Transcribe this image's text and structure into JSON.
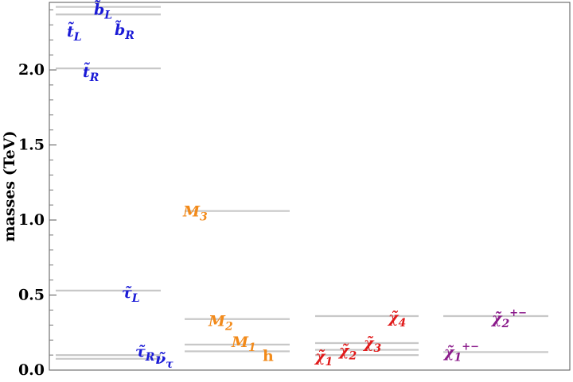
{
  "chart_data": {
    "type": "scatter",
    "subtype": "mass spectrum levels",
    "ylabel": "masses (TeV)",
    "ylim": [
      0,
      2.45
    ],
    "yticks": [
      0.0,
      0.5,
      1.0,
      1.5,
      2.0
    ],
    "ytick_labels": [
      "0.0",
      "0.5",
      "1.0",
      "1.5",
      "2.0"
    ],
    "grid": false,
    "colors": {
      "squark": "#1a1ad6",
      "slepton": "#1a1ad6",
      "gaugino_mass": "#f28a1a",
      "neutralino": "#e01a1a",
      "chargino": "#8a1a8a",
      "level_line": "#c8c8c8"
    },
    "columns": [
      {
        "color": "#1a1ad6",
        "levels": [
          {
            "label": "t̃L",
            "base": "t̃",
            "sub": "L",
            "value": 2.37
          },
          {
            "label": "b̃L",
            "base": "b̃",
            "sub": "L",
            "value": 2.42
          },
          {
            "label": "b̃R",
            "base": "b̃",
            "sub": "R",
            "value": 2.37
          },
          {
            "label": "t̃R",
            "base": "t̃",
            "sub": "R",
            "value": 2.01
          },
          {
            "label": "τ̃L",
            "base": "τ̃",
            "sub": "L",
            "value": 0.53
          },
          {
            "label": "τ̃R",
            "base": "τ̃",
            "sub": "R",
            "value": 0.1
          },
          {
            "label": "ν̃τ",
            "base": "ν̃",
            "sub": "τ",
            "value": 0.075
          }
        ]
      },
      {
        "color": "#f28a1a",
        "levels": [
          {
            "label": "M3",
            "base": "M",
            "sub": "3",
            "value": 1.06
          },
          {
            "label": "M2",
            "base": "M",
            "sub": "2",
            "value": 0.34
          },
          {
            "label": "M1",
            "base": "M",
            "sub": "1",
            "value": 0.17
          },
          {
            "label": "h",
            "base": "h",
            "sub": "",
            "value": 0.125
          }
        ]
      },
      {
        "color": "#e01a1a",
        "levels": [
          {
            "label": "χ̃4",
            "base": "χ̃",
            "sub": "4",
            "value": 0.36
          },
          {
            "label": "χ̃3",
            "base": "χ̃",
            "sub": "3",
            "value": 0.18
          },
          {
            "label": "χ̃2",
            "base": "χ̃",
            "sub": "2",
            "value": 0.135
          },
          {
            "label": "χ̃1",
            "base": "χ̃",
            "sub": "1",
            "value": 0.1
          }
        ]
      },
      {
        "color": "#8a1a8a",
        "levels": [
          {
            "label": "χ̃2+−",
            "base": "χ̃",
            "sub": "2",
            "sup": "+−",
            "value": 0.36
          },
          {
            "label": "χ̃1+−",
            "base": "χ̃",
            "sub": "1",
            "sup": "+−",
            "value": 0.12
          }
        ]
      }
    ]
  }
}
